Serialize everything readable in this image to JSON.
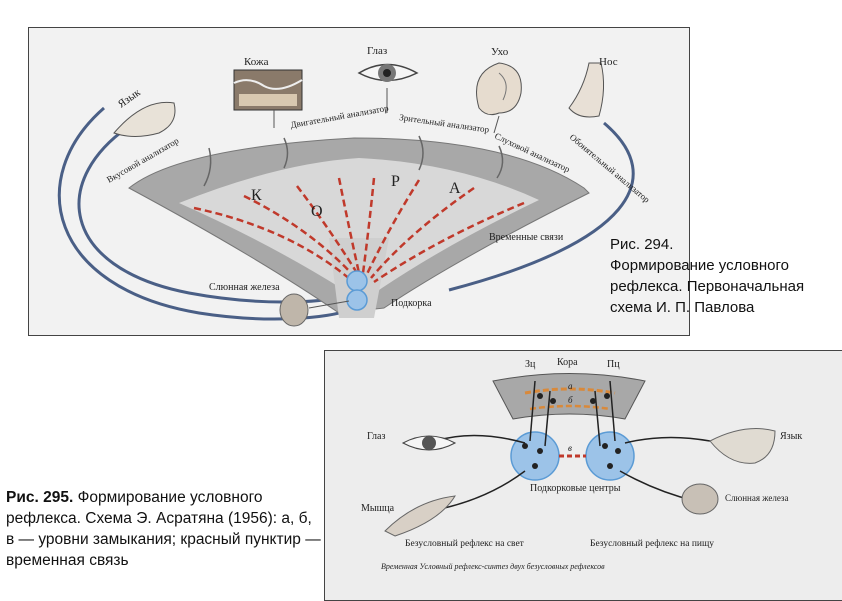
{
  "fig294": {
    "labels": {
      "skin": "Кожа",
      "eye": "Глаз",
      "ear": "Ухо",
      "nose": "Нос",
      "tongue": "Язык",
      "taste_analyzer": "Вкусовой анализатор",
      "motor_analyzer": "Двигательный анализатор",
      "visual_analyzer": "Зрительный анализатор",
      "auditory_analyzer": "Слуховой анализатор",
      "olfactory_analyzer": "Обонятельный анализатор",
      "cortex_letters": [
        "К",
        "О",
        "Р",
        "А"
      ],
      "temporary_connections": "Временные связи",
      "salivary_gland": "Слюнная железа",
      "subcortex": "Подкорка"
    },
    "caption": {
      "number": "Рис. 294.",
      "text": "Формирование условного рефлекса. Первоначальная схема И. П. Павлова"
    }
  },
  "fig295": {
    "labels": {
      "cortex": "Кора",
      "zc": "Зц",
      "pc": "Пц",
      "a": "а",
      "b": "б",
      "v": "в",
      "eye": "Глаз",
      "tongue": "Язык",
      "muscle": "Мышца",
      "salivary_gland": "Слюнная железа",
      "subcortical_centers": "Подкорковые центры",
      "unconditioned_light": "Безусловный рефлекс на свет",
      "unconditioned_food": "Безусловный рефлекс на пищу",
      "footnote": "Временная  Условный рефлекс-синтез двух безусловных рефлексов"
    },
    "caption": {
      "number": "Рис. 295.",
      "text": "Формирование условного рефлекса. Схема Э. Асратяна (1956): а, б, в — уровни замыкания; красный пунктир — временная связь"
    }
  },
  "colors": {
    "cortex_gray": "#a8a8a8",
    "inner_light": "#d8d8d8",
    "dashed_red": "#c0392b",
    "blue_center": "#5b9bd5",
    "blue_light": "#9cc3e8",
    "orange_arrow": "#d9893a"
  }
}
